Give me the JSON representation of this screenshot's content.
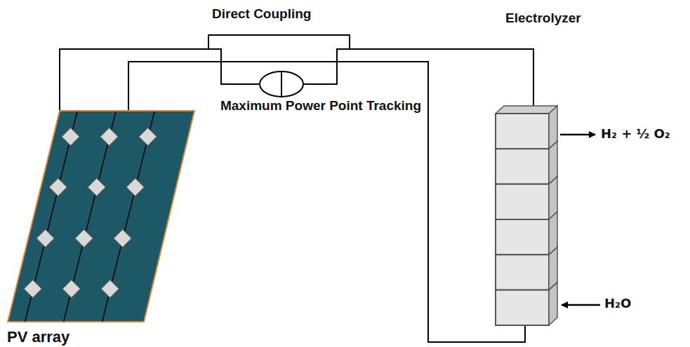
{
  "diagram": {
    "nodes": [
      {
        "text": [
          "PV array"
        ]
      },
      {
        "text": [
          "Maximum Power Point Tracking"
        ]
      },
      {
        "text": [
          "Electrolyzer"
        ]
      }
    ],
    "edges": [
      {
        "from": 0,
        "to": 1,
        "arrow": "none"
      },
      {
        "from": 1,
        "to": 2,
        "arrow": "none"
      },
      {
        "from": 0,
        "to": 2,
        "arrow": "none"
      }
    ],
    "labels": [
      "Direct Coupling",
      "H₂ + ½ O₂",
      "H₂O"
    ]
  }
}
